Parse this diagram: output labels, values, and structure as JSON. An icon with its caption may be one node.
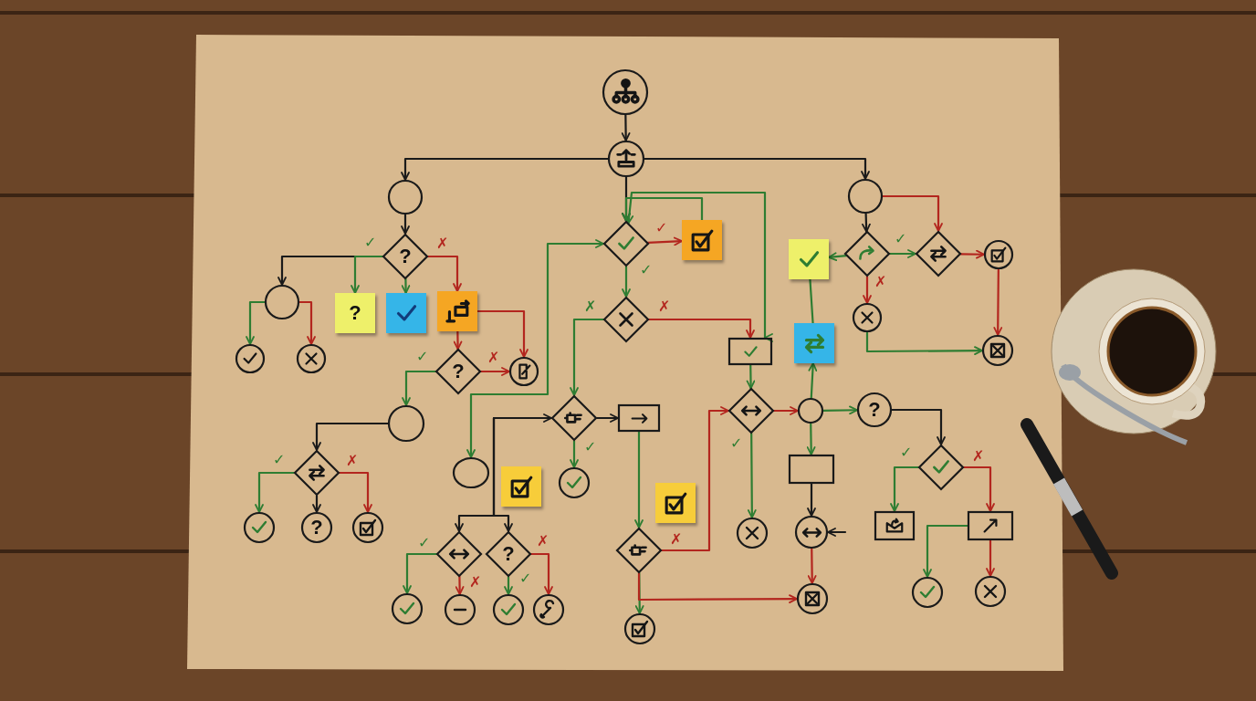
{
  "diagram": {
    "nodes": [
      {
        "text": [],
        "shape": "circle"
      },
      {
        "text": [],
        "shape": "circle"
      },
      {
        "text": [],
        "shape": "circle"
      },
      {
        "text": [],
        "shape": "circle"
      },
      {
        "text": [
          "?"
        ]
      },
      {
        "text": [],
        "shape": "diamond"
      },
      {
        "text": [],
        "shape": "note"
      },
      {
        "text": [],
        "shape": "note"
      },
      {
        "text": [],
        "shape": "diamond"
      },
      {
        "text": [],
        "shape": "diamond"
      },
      {
        "text": [],
        "shape": "circle"
      },
      {
        "text": [],
        "shape": "circle"
      },
      {
        "text": [
          "?"
        ]
      },
      {
        "text": [],
        "shape": "note"
      },
      {
        "text": [],
        "shape": "note"
      },
      {
        "text": [],
        "shape": "diamond"
      },
      {
        "text": [],
        "shape": "box"
      },
      {
        "text": [],
        "shape": "note"
      },
      {
        "text": [],
        "shape": "circle"
      },
      {
        "text": [],
        "shape": "circle"
      },
      {
        "text": [],
        "shape": "circle"
      },
      {
        "text": [],
        "shape": "circle"
      },
      {
        "text": [
          "?"
        ]
      },
      {
        "text": [],
        "shape": "circle"
      },
      {
        "text": [],
        "shape": "circle"
      },
      {
        "text": [],
        "shape": "diamond"
      },
      {
        "text": [],
        "shape": "box"
      },
      {
        "text": [],
        "shape": "diamond"
      },
      {
        "text": [],
        "shape": "circle"
      },
      {
        "text": [
          "?"
        ]
      },
      {
        "text": [],
        "shape": "diamond"
      },
      {
        "text": [],
        "shape": "circle"
      },
      {
        "text": [],
        "shape": "note"
      },
      {
        "text": [],
        "shape": "circle"
      },
      {
        "text": [],
        "shape": "box"
      },
      {
        "text": [],
        "shape": "diamond"
      },
      {
        "text": [],
        "shape": "note"
      },
      {
        "text": [],
        "shape": "circle"
      },
      {
        "text": [
          "?"
        ]
      },
      {
        "text": [],
        "shape": "circle"
      },
      {
        "text": [],
        "shape": "diamond"
      },
      {
        "text": [
          "?"
        ]
      },
      {
        "text": [],
        "shape": "diamond"
      },
      {
        "text": [],
        "shape": "circle"
      },
      {
        "text": [],
        "shape": "circle"
      },
      {
        "text": [],
        "shape": "box"
      },
      {
        "text": [],
        "shape": "box"
      },
      {
        "text": [],
        "shape": "circle"
      },
      {
        "text": [],
        "shape": "circle"
      },
      {
        "text": [],
        "shape": "circle"
      },
      {
        "text": [],
        "shape": "circle"
      },
      {
        "text": [],
        "shape": "circle"
      },
      {
        "text": [],
        "shape": "circle"
      },
      {
        "text": [],
        "shape": "circle"
      },
      {
        "text": [],
        "shape": "circle"
      }
    ],
    "edges": [
      {
        "from": 0,
        "to": 1,
        "arrow": "to",
        "color": "#1a1a1a"
      },
      {
        "from": 1,
        "to": 2,
        "arrow": "to",
        "color": "#1a1a1a"
      },
      {
        "from": 1,
        "to": 3,
        "arrow": "to",
        "color": "#1a1a1a"
      },
      {
        "from": 1,
        "to": 5,
        "arrow": "to",
        "color": "#1a1a1a"
      },
      {
        "from": 2,
        "to": 4,
        "arrow": "to",
        "color": "#1a1a1a"
      },
      {
        "from": 4,
        "to": 11,
        "arrow": "to",
        "color": "#1a1a1a"
      },
      {
        "from": 4,
        "to": 12,
        "arrow": "to",
        "color": "#2e7d32",
        "label": "✓"
      },
      {
        "from": 4,
        "to": 13,
        "arrow": "to",
        "color": "#2e7d32"
      },
      {
        "from": 4,
        "to": 14,
        "arrow": "to",
        "color": "#b3261e",
        "label": "✗"
      },
      {
        "from": 14,
        "to": 23,
        "arrow": "to",
        "color": "#b3261e"
      },
      {
        "from": 14,
        "to": 22,
        "arrow": "to",
        "color": "#b3261e"
      },
      {
        "from": 11,
        "to": 20,
        "arrow": "to",
        "color": "#2e7d32"
      },
      {
        "from": 11,
        "to": 21,
        "arrow": "to",
        "color": "#b3261e"
      },
      {
        "from": 22,
        "to": 23,
        "arrow": "to",
        "color": "#b3261e",
        "label": "✗"
      },
      {
        "from": 22,
        "to": 24,
        "arrow": "to",
        "color": "#2e7d32",
        "label": "✓"
      },
      {
        "from": 24,
        "to": 30,
        "arrow": "to",
        "color": "#1a1a1a"
      },
      {
        "from": 30,
        "to": 37,
        "arrow": "to",
        "color": "#2e7d32",
        "label": "✓"
      },
      {
        "from": 30,
        "to": 38,
        "arrow": "to",
        "color": "#1a1a1a"
      },
      {
        "from": 30,
        "to": 39,
        "arrow": "to",
        "color": "#b3261e",
        "label": "✗"
      },
      {
        "from": 5,
        "to": 6,
        "arrow": "to",
        "color": "#b3261e",
        "label": "✓"
      },
      {
        "from": 6,
        "to": 5,
        "arrow": "to",
        "color": "#2e7d32"
      },
      {
        "from": 16,
        "to": 5,
        "arrow": "both",
        "color": "#2e7d32"
      },
      {
        "from": 5,
        "to": 15,
        "arrow": "to",
        "color": "#2e7d32",
        "label": "✓"
      },
      {
        "from": 15,
        "to": 16,
        "arrow": "to",
        "color": "#b3261e",
        "label": "✗"
      },
      {
        "from": 15,
        "to": 25,
        "arrow": "to",
        "color": "#2e7d32",
        "label": "✗"
      },
      {
        "from": 5,
        "to": 31,
        "arrow": "both",
        "color": "#2e7d32"
      },
      {
        "from": null,
        "to": 25,
        "arrow": "to",
        "color": "#1a1a1a"
      },
      {
        "from": null,
        "to": 40,
        "arrow": "to",
        "color": "#1a1a1a"
      },
      {
        "from": null,
        "to": 41,
        "arrow": "to",
        "color": "#1a1a1a"
      },
      {
        "from": 25,
        "to": 26,
        "arrow": "to",
        "color": "#1a1a1a"
      },
      {
        "from": 25,
        "to": 33,
        "arrow": "to",
        "color": "#2e7d32",
        "label": "✓"
      },
      {
        "from": 26,
        "to": 42,
        "arrow": "to",
        "color": "#2e7d32"
      },
      {
        "from": 42,
        "to": 27,
        "arrow": "to",
        "color": "#b3261e",
        "label": "✗"
      },
      {
        "from": 42,
        "to": 51,
        "arrow": "to",
        "color": "#2e7d32"
      },
      {
        "from": 42,
        "to": 52,
        "arrow": "to",
        "color": "#b3261e"
      },
      {
        "from": 16,
        "to": 27,
        "arrow": "to",
        "color": "#2e7d32"
      },
      {
        "from": 27,
        "to": 28,
        "arrow": "to",
        "color": "#b3261e"
      },
      {
        "from": 27,
        "to": 43,
        "arrow": "to",
        "color": "#2e7d32",
        "label": "✓"
      },
      {
        "from": 28,
        "to": 17,
        "arrow": "to",
        "color": "#2e7d32"
      },
      {
        "from": 17,
        "to": 7,
        "arrow": "none",
        "color": "#2e7d32"
      },
      {
        "from": 28,
        "to": 29,
        "arrow": "to",
        "color": "#2e7d32"
      },
      {
        "from": 28,
        "to": 34,
        "arrow": "to",
        "color": "#2e7d32"
      },
      {
        "from": 34,
        "to": 44,
        "arrow": "to",
        "color": "#1a1a1a"
      },
      {
        "from": null,
        "to": 44,
        "arrow": "to",
        "color": "#1a1a1a"
      },
      {
        "from": 44,
        "to": 52,
        "arrow": "to",
        "color": "#b3261e"
      },
      {
        "from": 29,
        "to": 35,
        "arrow": "to",
        "color": "#1a1a1a"
      },
      {
        "from": 35,
        "to": 45,
        "arrow": "to",
        "color": "#2e7d32",
        "label": "✓"
      },
      {
        "from": 35,
        "to": 46,
        "arrow": "to",
        "color": "#b3261e",
        "label": "✗"
      },
      {
        "from": 46,
        "to": 53,
        "arrow": "to",
        "color": "#2e7d32"
      },
      {
        "from": 46,
        "to": 54,
        "arrow": "to",
        "color": "#b3261e"
      },
      {
        "from": 3,
        "to": 8,
        "arrow": "to",
        "color": "#1a1a1a"
      },
      {
        "from": 3,
        "to": 9,
        "arrow": "to",
        "color": "#b3261e"
      },
      {
        "from": 8,
        "to": 7,
        "arrow": "to",
        "color": "#2e7d32"
      },
      {
        "from": 8,
        "to": 9,
        "arrow": "to",
        "color": "#2e7d32",
        "label": "✓"
      },
      {
        "from": 9,
        "to": 10,
        "arrow": "to",
        "color": "#b3261e"
      },
      {
        "from": 8,
        "to": 18,
        "arrow": "to",
        "color": "#b3261e",
        "label": "✗"
      },
      {
        "from": 10,
        "to": 19,
        "arrow": "to",
        "color": "#b3261e"
      },
      {
        "from": 18,
        "to": 19,
        "arrow": "to",
        "color": "#2e7d32"
      },
      {
        "from": 40,
        "to": 47,
        "arrow": "to",
        "color": "#2e7d32",
        "label": "✓"
      },
      {
        "from": 40,
        "to": 48,
        "arrow": "to",
        "color": "#b3261e",
        "label": "✗"
      },
      {
        "from": 41,
        "to": 49,
        "arrow": "to",
        "color": "#2e7d32",
        "label": "✓"
      },
      {
        "from": 41,
        "to": 50,
        "arrow": "to",
        "color": "#b3261e",
        "label": "✗"
      }
    ]
  }
}
